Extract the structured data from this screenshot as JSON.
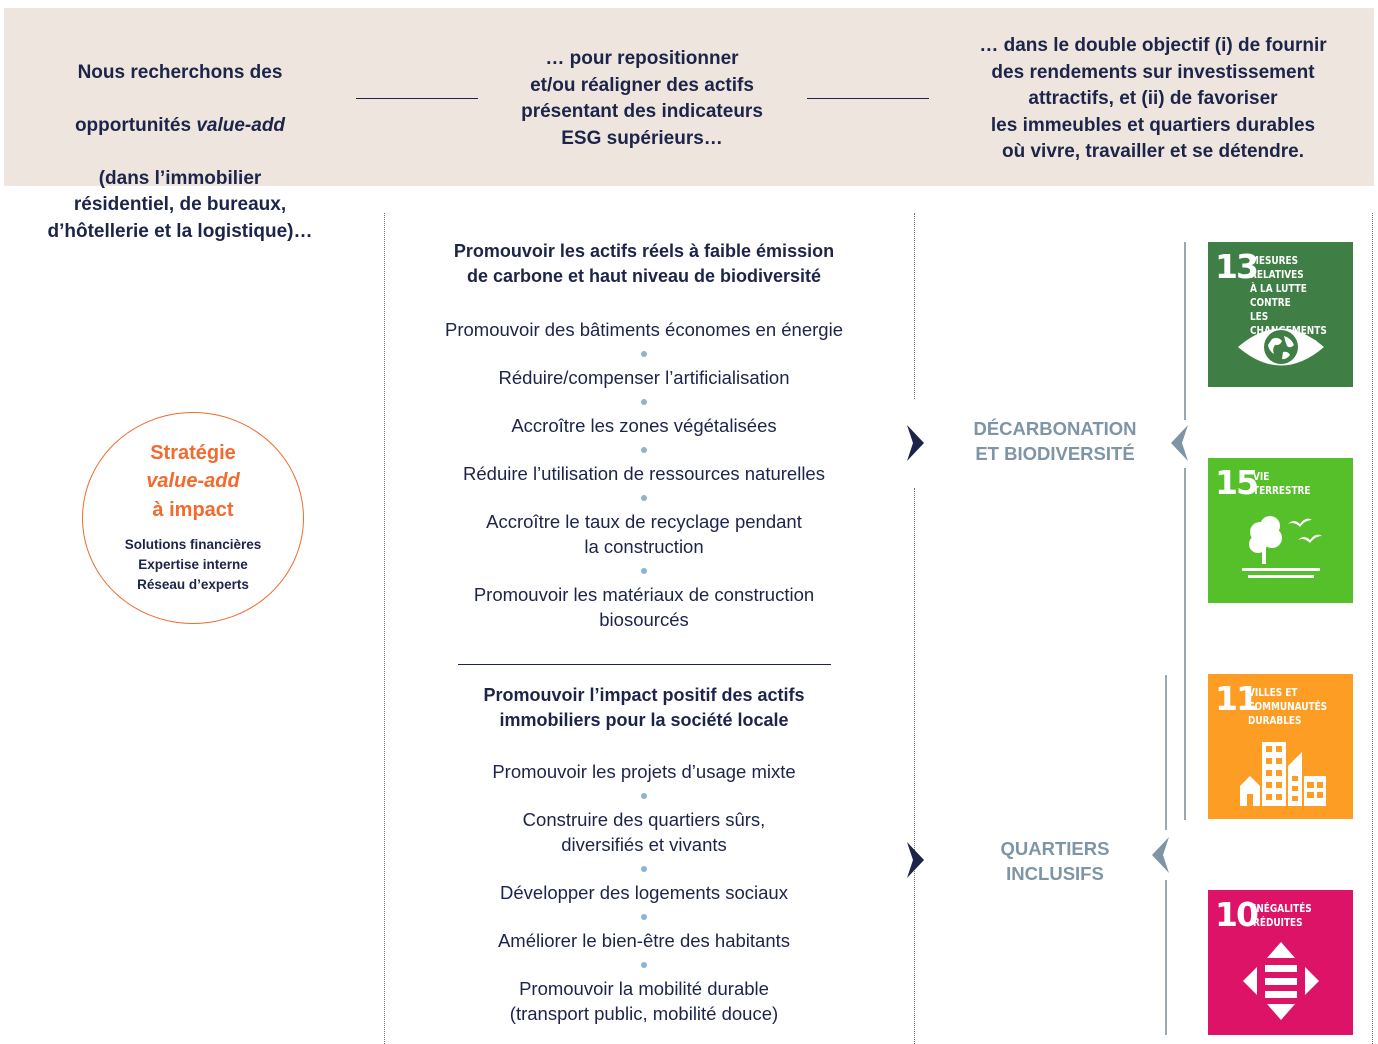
{
  "banner": {
    "col1_line1": "Nous recherchons des",
    "col1_line2a": "opportunités ",
    "col1_line2b": "value-add",
    "col1_rest": "(dans l’immobilier\nrésidentiel, de bureaux,\nd’hôtellerie et la logistique)…",
    "col2": "… pour repositionner\net/ou réaligner des actifs\nprésentant des indicateurs\nESG supérieurs…",
    "col3": "… dans le double objectif (i) de fournir\ndes rendements sur investissement\nattractifs, et (ii) de favoriser\nles immeubles et quartiers durables\noù vivre, travailler et se détendre."
  },
  "strategy": {
    "line1": "Stratégie",
    "line2": "value-add",
    "line3": "à impact",
    "sub1": "Solutions financières",
    "sub2": "Expertise interne",
    "sub3": "Réseau d’experts"
  },
  "section1": {
    "heading": "Promouvoir les actifs réels à faible émission\nde carbone et haut niveau de biodiversité",
    "items": [
      "Promouvoir des bâtiments économes en énergie",
      "Réduire/compenser l’artificialisation",
      "Accroître les zones végétalisées",
      "Réduire l’utilisation de ressources naturelles",
      "Accroître le taux de recyclage pendant\nla construction",
      "Promouvoir les matériaux de construction\nbiosourcés"
    ]
  },
  "section2": {
    "heading": "Promouvoir l’impact positif des actifs\nimmobiliers pour la société locale",
    "items": [
      "Promouvoir les projets d’usage mixte",
      "Construire des quartiers sûrs,\ndiversifiés et vivants",
      "Développer des logements sociaux",
      "Améliorer le bien-être des habitants",
      "Promouvoir la mobilité durable\n(transport public, mobilité douce)"
    ]
  },
  "goals": {
    "goal1": "DÉCARBONATION\nET BIODIVERSITÉ",
    "goal2": "QUARTIERS\nINCLUSIFS"
  },
  "sdgs": [
    {
      "number": "13",
      "title": "MESURES RELATIVES\nÀ LA LUTTE CONTRE\nLES CHANGEMENTS\nCLIMATIQUES",
      "color": "#3f7e44",
      "icon": "eye-globe-icon"
    },
    {
      "number": "15",
      "title": "VIE\nTERRESTRE",
      "color": "#56c02b",
      "icon": "tree-birds-icon"
    },
    {
      "number": "11",
      "title": "VILLES ET\nCOMMUNAUTÉS\nDURABLES",
      "color": "#fd9d24",
      "icon": "city-buildings-icon"
    },
    {
      "number": "10",
      "title": "INÉGALITÉS\nRÉDUITES",
      "color": "#dd1367",
      "icon": "equality-arrows-icon"
    }
  ],
  "colors": {
    "banner_bg": "#ede5de",
    "navy": "#1c2449",
    "orange": "#f26a2e",
    "goal_gray": "#7e95a5",
    "bullet_blue": "#8fb3d3"
  }
}
